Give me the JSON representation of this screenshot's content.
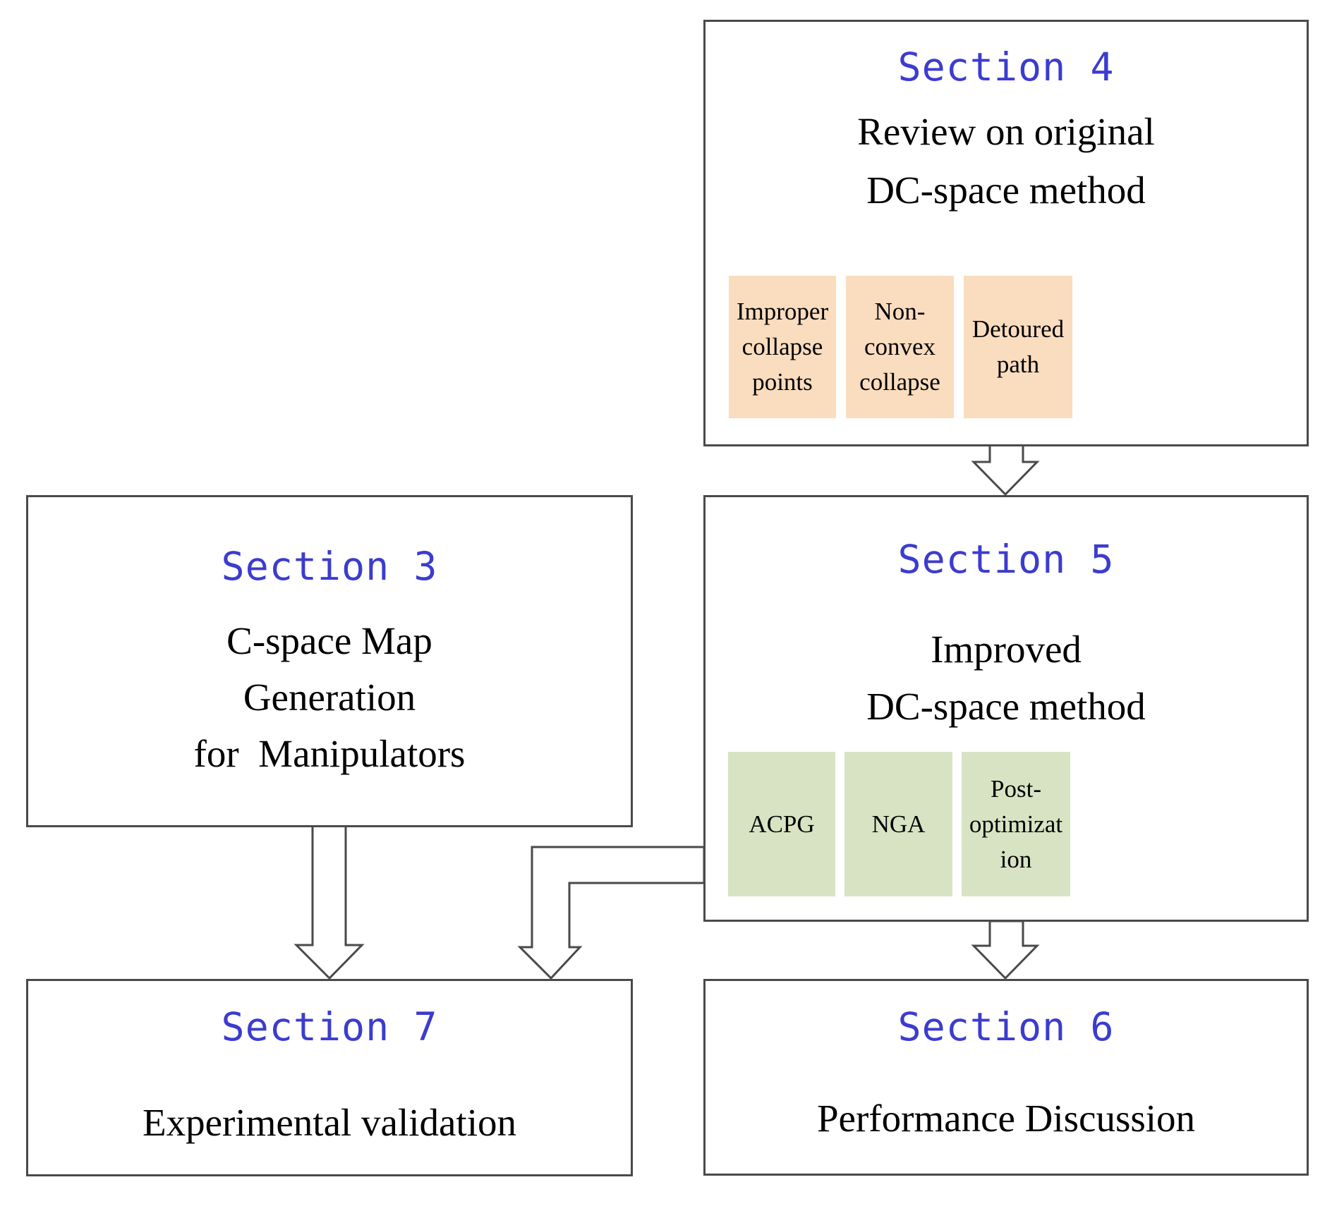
{
  "colors": {
    "section_title_blue": "#3c3ccf",
    "issue_box_fill": "#fadcbe",
    "component_box_fill": "#d8e3c3",
    "box_border_gray": "#4a4a4a",
    "body_text_black": "#000000"
  },
  "sections": {
    "section4": {
      "title": "Section 4",
      "body_lines": [
        "Review on original",
        "DC-space method"
      ],
      "issues": [
        {
          "lines": [
            "Improper",
            "collapse",
            "points"
          ]
        },
        {
          "lines": [
            "Non-",
            "convex",
            "collapse"
          ]
        },
        {
          "lines": [
            "Detoured",
            "path"
          ]
        }
      ]
    },
    "section5": {
      "title": "Section 5",
      "body_lines": [
        "Improved",
        "DC-space method"
      ],
      "components": [
        {
          "lines": [
            "ACPG"
          ]
        },
        {
          "lines": [
            "NGA"
          ]
        },
        {
          "lines": [
            "Post-",
            "optimizat",
            "ion"
          ]
        }
      ]
    },
    "section3": {
      "title": "Section 3",
      "body_lines": [
        "C-space Map",
        "Generation",
        "for  Manipulators"
      ]
    },
    "section7": {
      "title": "Section 7",
      "body_lines": [
        "Experimental validation"
      ]
    },
    "section6": {
      "title": "Section 6",
      "body_lines": [
        "Performance Discussion"
      ]
    }
  }
}
